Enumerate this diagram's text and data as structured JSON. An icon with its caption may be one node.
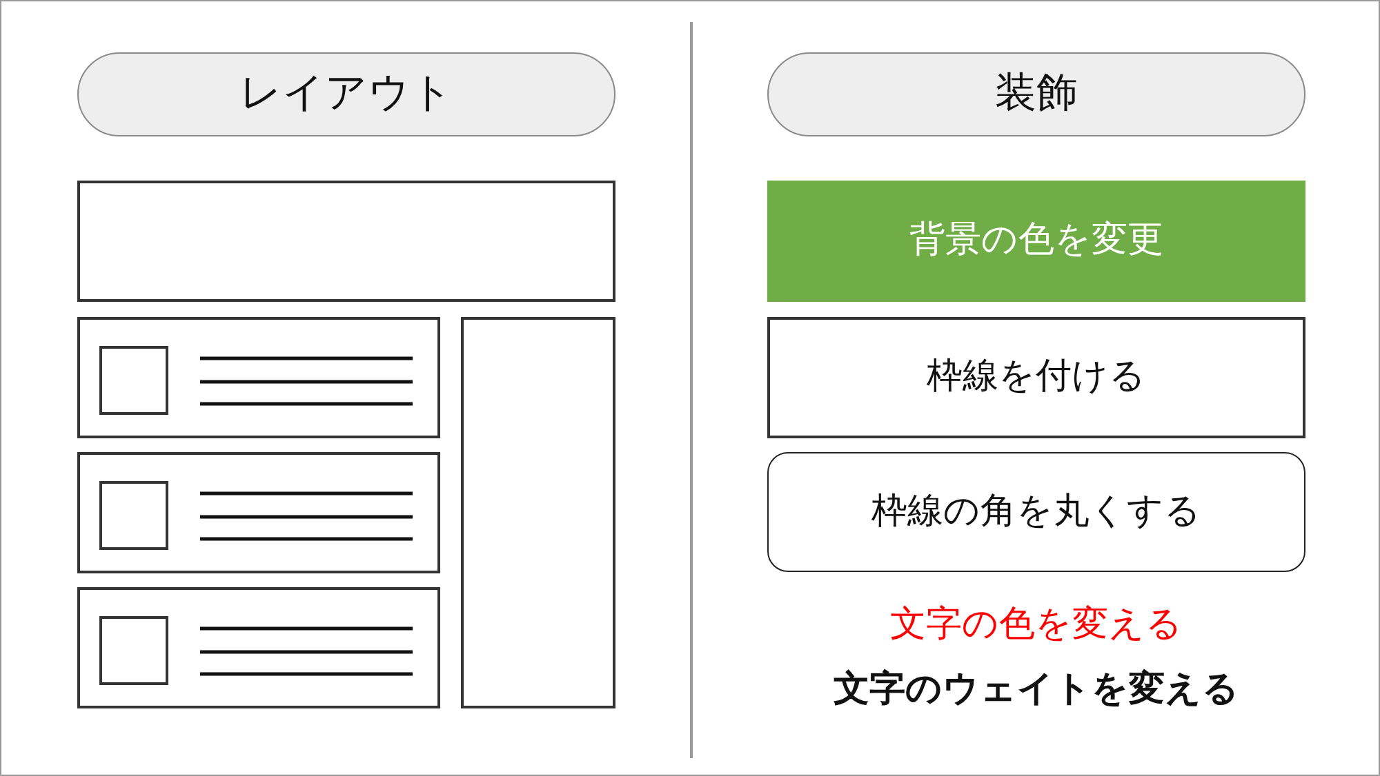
{
  "diagram": {
    "nodes": [
      {
        "text": [
          "レイアウト"
        ]
      },
      {
        "text": [],
        "shape": "box"
      },
      {
        "text": [],
        "shape": "box"
      },
      {
        "text": [],
        "shape": "box",
        "in": 2
      },
      {
        "text": [],
        "shape": "box"
      },
      {
        "text": [],
        "shape": "box",
        "in": 4
      },
      {
        "text": [],
        "shape": "box"
      },
      {
        "text": [],
        "shape": "box",
        "in": 6
      },
      {
        "text": [],
        "shape": "box"
      },
      {
        "text": [
          "装飾"
        ]
      },
      {
        "text": [
          "背景の色を変更"
        ]
      },
      {
        "text": [
          "枠線を付ける"
        ]
      },
      {
        "text": [
          "枠線の角を丸くする"
        ]
      }
    ],
    "edges": [],
    "labels": [
      "文字の色を変える",
      "文字のウェイトを変える"
    ]
  }
}
